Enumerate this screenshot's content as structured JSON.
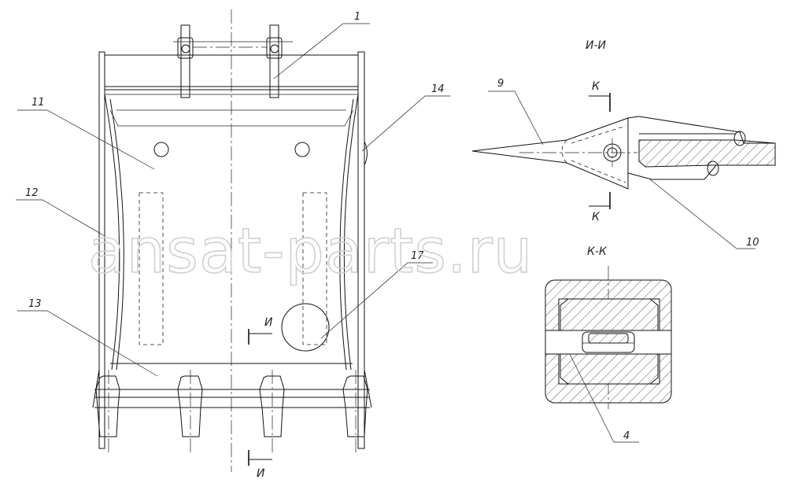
{
  "drawing": {
    "view_labels": {
      "section_ii": "И-И",
      "section_kk": "К-К",
      "cut_i_top": "И",
      "cut_i_bottom": "И",
      "cut_k_top": "К",
      "cut_k_bottom": "К"
    },
    "callouts": {
      "c1": "1",
      "c4": "4",
      "c9": "9",
      "c10": "10",
      "c11": "11",
      "c12": "12",
      "c13": "13",
      "c14": "14",
      "c17": "17"
    },
    "watermark": "ansat-parts.ru"
  }
}
